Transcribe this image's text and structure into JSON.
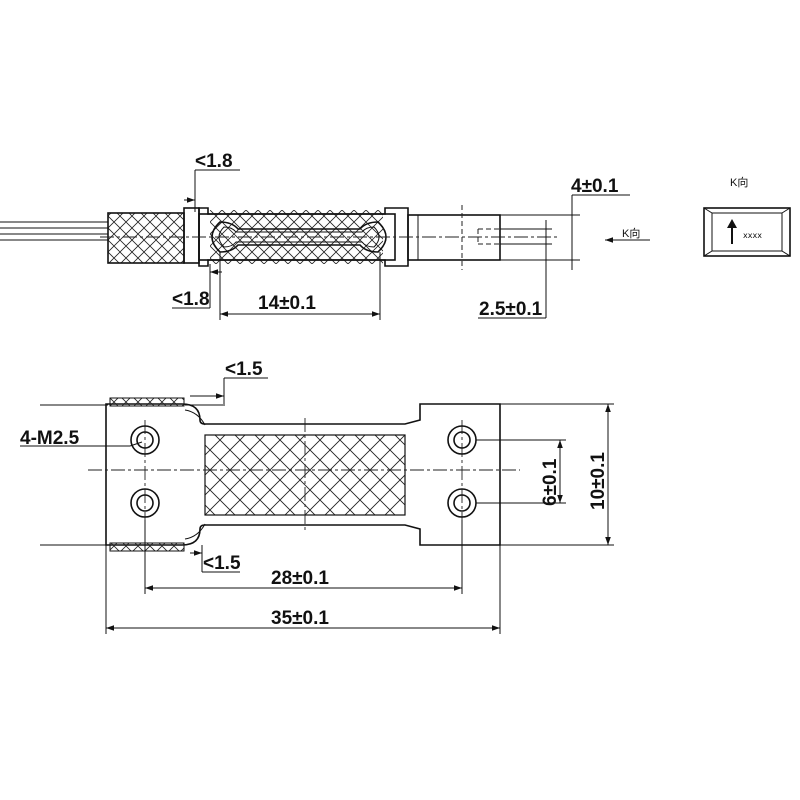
{
  "top_view": {
    "dim_top_offset": "<1.8",
    "dim_bottom_offset": "<1.8",
    "dim_gauge_length": "14±0.1",
    "dim_thickness": "4±0.1",
    "dim_tab_width": "2.5±0.1",
    "view_arrow_label": "K向"
  },
  "k_view": {
    "title": "K向",
    "marking": "xxxx"
  },
  "bottom_view": {
    "dim_top_offset": "<1.5",
    "dim_bottom_offset": "<1.5",
    "thread_spec": "4-M2.5",
    "dim_hole_pitch": "28±0.1",
    "dim_overall_length": "35±0.1",
    "dim_hole_spacing": "6±0.1",
    "dim_overall_width": "10±0.1"
  }
}
